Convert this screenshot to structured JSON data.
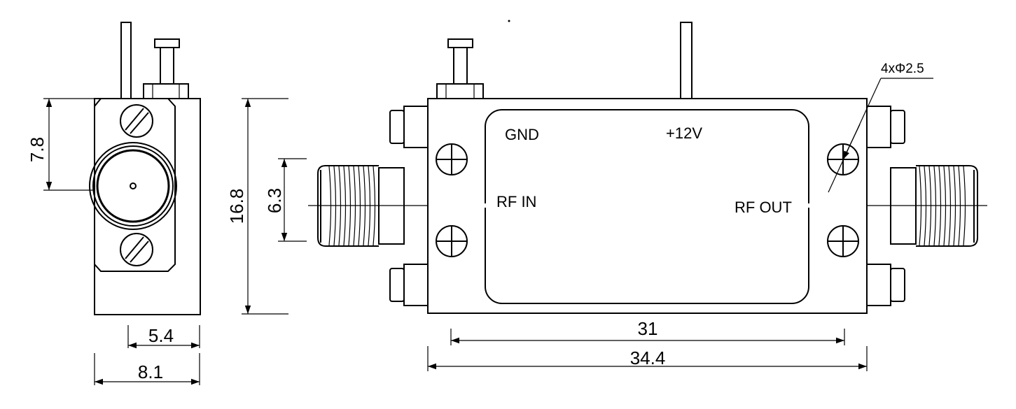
{
  "labels": {
    "gnd": "GND",
    "power": "+12V",
    "rf_in": "RF IN",
    "rf_out": "RF OUT",
    "holes": "4xΦ2.5"
  },
  "dimensions": {
    "side_height": "16.8",
    "side_upper": "7.8",
    "side_width_inner": "5.4",
    "side_width_outer": "8.1",
    "connector_height": "6.3",
    "body_length": "31",
    "overall_length": "34.4"
  }
}
